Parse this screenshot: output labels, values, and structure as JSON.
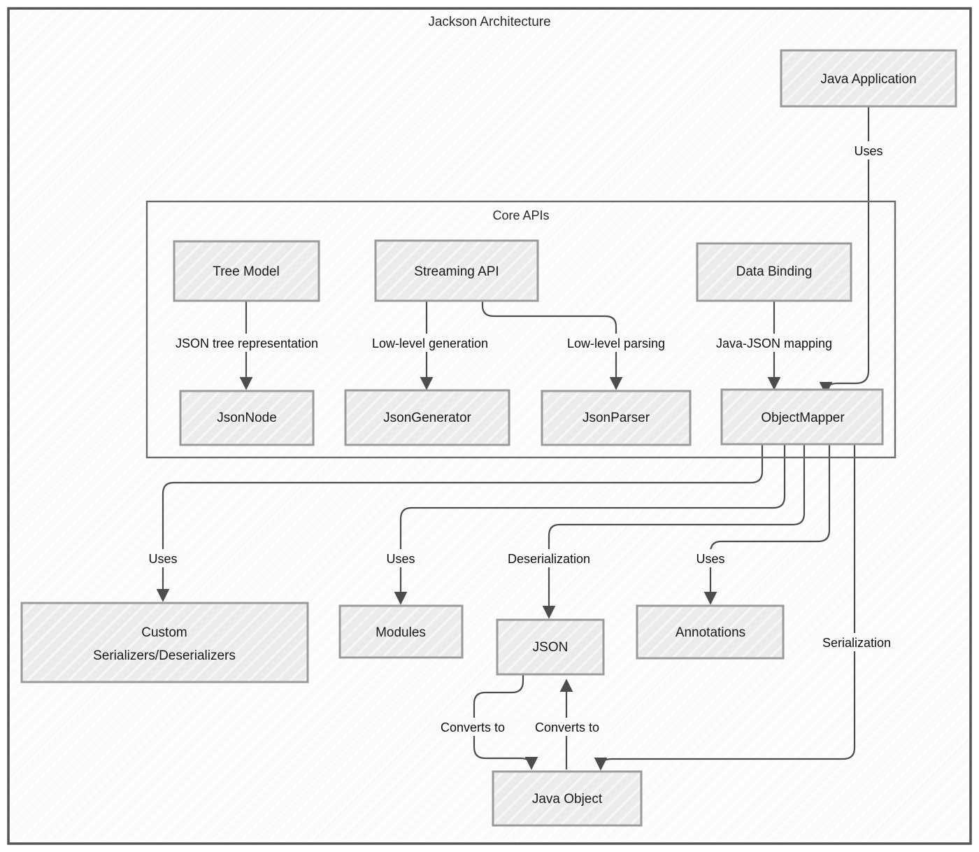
{
  "diagram": {
    "title": "Jackson Architecture",
    "style": {
      "canvas_bg": "#ffffff",
      "hatch_bg": "#fbfbfb",
      "hatch_stroke": "#ffffff",
      "outer_border": "#555555",
      "group_border": "#6b6b6b",
      "node_fill": "#efefef",
      "node_border": "#9a9a9a",
      "edge_stroke": "#4d4d4d",
      "text_color": "#1a1a1a"
    },
    "groups": [
      {
        "id": "core-apis",
        "label": "Core APIs"
      }
    ],
    "nodes": [
      {
        "id": "java-application",
        "label": "Java Application"
      },
      {
        "id": "tree-model",
        "label": "Tree Model"
      },
      {
        "id": "streaming-api",
        "label": "Streaming API"
      },
      {
        "id": "data-binding",
        "label": "Data Binding"
      },
      {
        "id": "json-node",
        "label": "JsonNode"
      },
      {
        "id": "json-generator",
        "label": "JsonGenerator"
      },
      {
        "id": "json-parser",
        "label": "JsonParser"
      },
      {
        "id": "object-mapper",
        "label": "ObjectMapper"
      },
      {
        "id": "custom-serializers",
        "label_line1": "Custom",
        "label_line2": "Serializers/Deserializers"
      },
      {
        "id": "modules",
        "label": "Modules"
      },
      {
        "id": "json",
        "label": "JSON"
      },
      {
        "id": "annotations",
        "label": "Annotations"
      },
      {
        "id": "java-object",
        "label": "Java Object"
      }
    ],
    "edges": [
      {
        "id": "e-app-mapper",
        "from": "java-application",
        "to": "object-mapper",
        "label": "Uses"
      },
      {
        "id": "e-tree-node",
        "from": "tree-model",
        "to": "json-node",
        "label": "JSON tree representation"
      },
      {
        "id": "e-stream-gen",
        "from": "streaming-api",
        "to": "json-generator",
        "label": "Low-level generation"
      },
      {
        "id": "e-stream-parse",
        "from": "streaming-api",
        "to": "json-parser",
        "label": "Low-level parsing"
      },
      {
        "id": "e-binding-mapper",
        "from": "data-binding",
        "to": "object-mapper",
        "label": "Java-JSON mapping"
      },
      {
        "id": "e-mapper-custom",
        "from": "object-mapper",
        "to": "custom-serializers",
        "label": "Uses"
      },
      {
        "id": "e-mapper-modules",
        "from": "object-mapper",
        "to": "modules",
        "label": "Uses"
      },
      {
        "id": "e-mapper-json",
        "from": "object-mapper",
        "to": "json",
        "label": "Deserialization"
      },
      {
        "id": "e-mapper-annotations",
        "from": "object-mapper",
        "to": "annotations",
        "label": "Uses"
      },
      {
        "id": "e-mapper-javaobject",
        "from": "object-mapper",
        "to": "java-object",
        "label": "Serialization"
      },
      {
        "id": "e-json-javaobject",
        "from": "json",
        "to": "java-object",
        "label": "Converts to"
      },
      {
        "id": "e-javaobject-json",
        "from": "java-object",
        "to": "json",
        "label": "Converts to"
      }
    ]
  }
}
